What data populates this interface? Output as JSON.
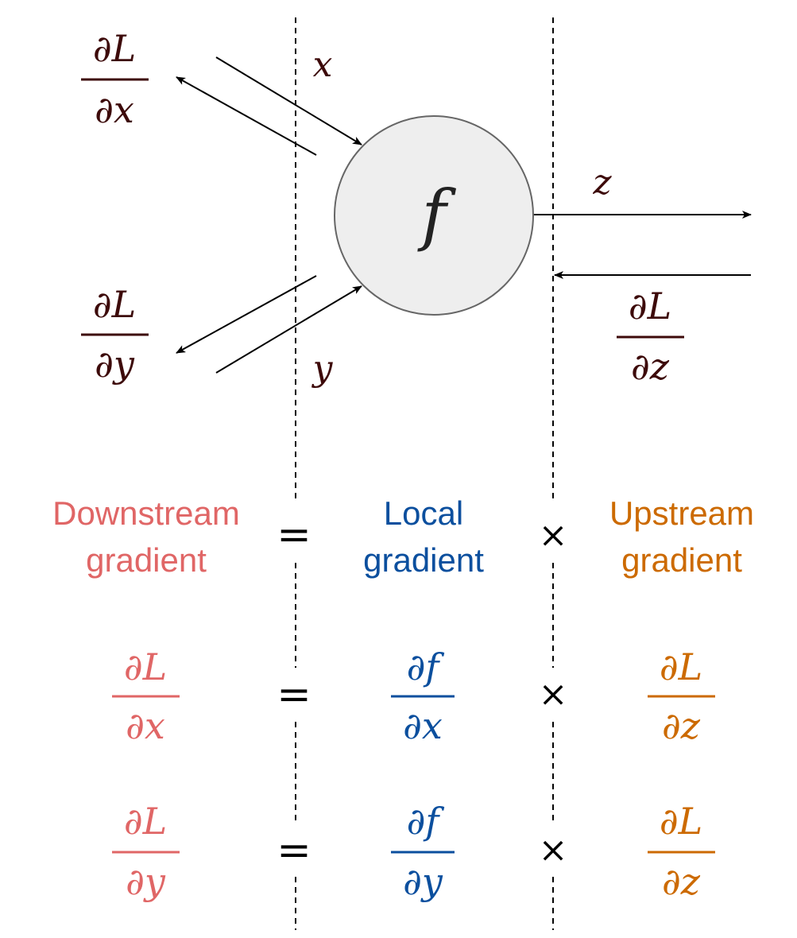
{
  "colors": {
    "dark": "#3d0a0a",
    "downstream": "#e06666",
    "local": "#0b4f9e",
    "upstream": "#cc6a00",
    "node_fill": "#eeeeee",
    "node_stroke": "#666666",
    "ink": "#000000"
  },
  "node": {
    "label": "f"
  },
  "inputs": {
    "x_label": "x",
    "y_label": "y",
    "z_label": "z"
  },
  "top_gradients": {
    "dl_dx": {
      "num": "∂L",
      "den": "∂x"
    },
    "dl_dy": {
      "num": "∂L",
      "den": "∂y"
    },
    "dl_dz": {
      "num": "∂L",
      "den": "∂z"
    }
  },
  "legend": {
    "downstream": {
      "line1": "Downstream",
      "line2": "gradient"
    },
    "local": {
      "line1": "Local",
      "line2": "gradient"
    },
    "upstream": {
      "line1": "Upstream",
      "line2": "gradient"
    },
    "equals": "=",
    "times": "×"
  },
  "equations": [
    {
      "lhs": {
        "num": "∂L",
        "den": "∂x"
      },
      "local": {
        "num": "∂f",
        "den": "∂x"
      },
      "upstream": {
        "num": "∂L",
        "den": "∂z"
      }
    },
    {
      "lhs": {
        "num": "∂L",
        "den": "∂y"
      },
      "local": {
        "num": "∂f",
        "den": "∂y"
      },
      "upstream": {
        "num": "∂L",
        "den": "∂z"
      }
    }
  ]
}
